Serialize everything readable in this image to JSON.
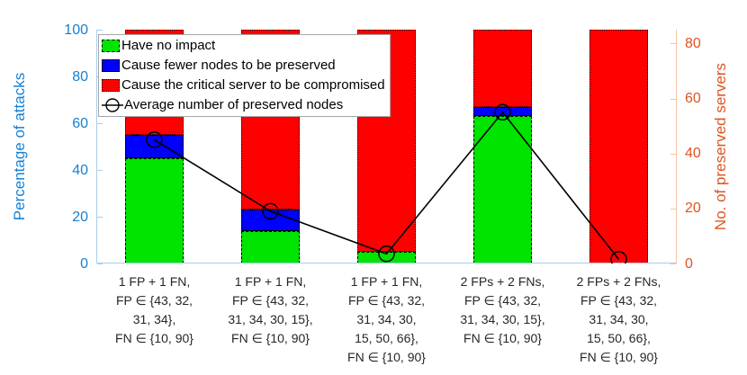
{
  "chart_data": {
    "type": "bar",
    "subtype": "stacked-bars-with-line-overlay",
    "title": "",
    "categories": [
      [
        "1 FP + 1 FN,",
        "FP ∈ {43, 32,",
        "31, 34},",
        "FN ∈ {10, 90}"
      ],
      [
        "1 FP + 1 FN,",
        "FP ∈ {43, 32,",
        "31, 34, 30, 15},",
        "FN ∈ {10, 90}"
      ],
      [
        "1 FP + 1 FN,",
        "FP ∈ {43, 32,",
        "31, 34, 30,",
        "15, 50, 66},",
        "FN ∈ {10, 90}"
      ],
      [
        "2 FPs + 2 FNs,",
        "FP ∈ {43, 32,",
        "31, 34, 30, 15},",
        "FN ∈ {10, 90}"
      ],
      [
        "2 FPs + 2 FNs,",
        "FP ∈ {43, 32,",
        "31, 34, 30,",
        "15, 50, 66},",
        "FN ∈ {10, 90}"
      ]
    ],
    "series": [
      {
        "key": "have-no-impact",
        "name": "Have no impact",
        "color": "#00e400",
        "edge_style": "dashed",
        "values": [
          45,
          14,
          5,
          63,
          0
        ]
      },
      {
        "key": "fewer-nodes-preserved",
        "name": "Cause fewer nodes to be preserved",
        "color": "#0000ff",
        "edge_style": "solid",
        "values": [
          10,
          9,
          0,
          4,
          0
        ]
      },
      {
        "key": "critical-server-compromised",
        "name": "Cause the critical server to be compromised",
        "color": "#ff0000",
        "edge_style": "dotted",
        "values": [
          45,
          77,
          95,
          33,
          100
        ]
      }
    ],
    "line_series": {
      "key": "average-preserved-nodes",
      "name": "Average number of preserved nodes",
      "axis": "right",
      "color": "#000000",
      "marker": "open-circle",
      "values": [
        45,
        19,
        3.5,
        55,
        1.5
      ]
    },
    "left_axis": {
      "label": "Percentage of attacks",
      "ticks": [
        0,
        20,
        40,
        60,
        80,
        100
      ],
      "min": 0,
      "max": 100,
      "text_color": "#1581d3",
      "line_color": "#aacdeb"
    },
    "right_axis": {
      "label": "No. of preserved servers",
      "ticks": [
        0,
        20,
        40,
        60,
        80
      ],
      "min": 0,
      "max": 85,
      "text_color": "#de5420",
      "line_color": "#f4c3a5"
    },
    "x_axis": {
      "line_color": "#aacdeb",
      "label_color": "#262626"
    },
    "grid": false,
    "legend": {
      "position": "top-left-inside",
      "border_color": "#a6a6a6",
      "background": "#ffffff"
    }
  }
}
